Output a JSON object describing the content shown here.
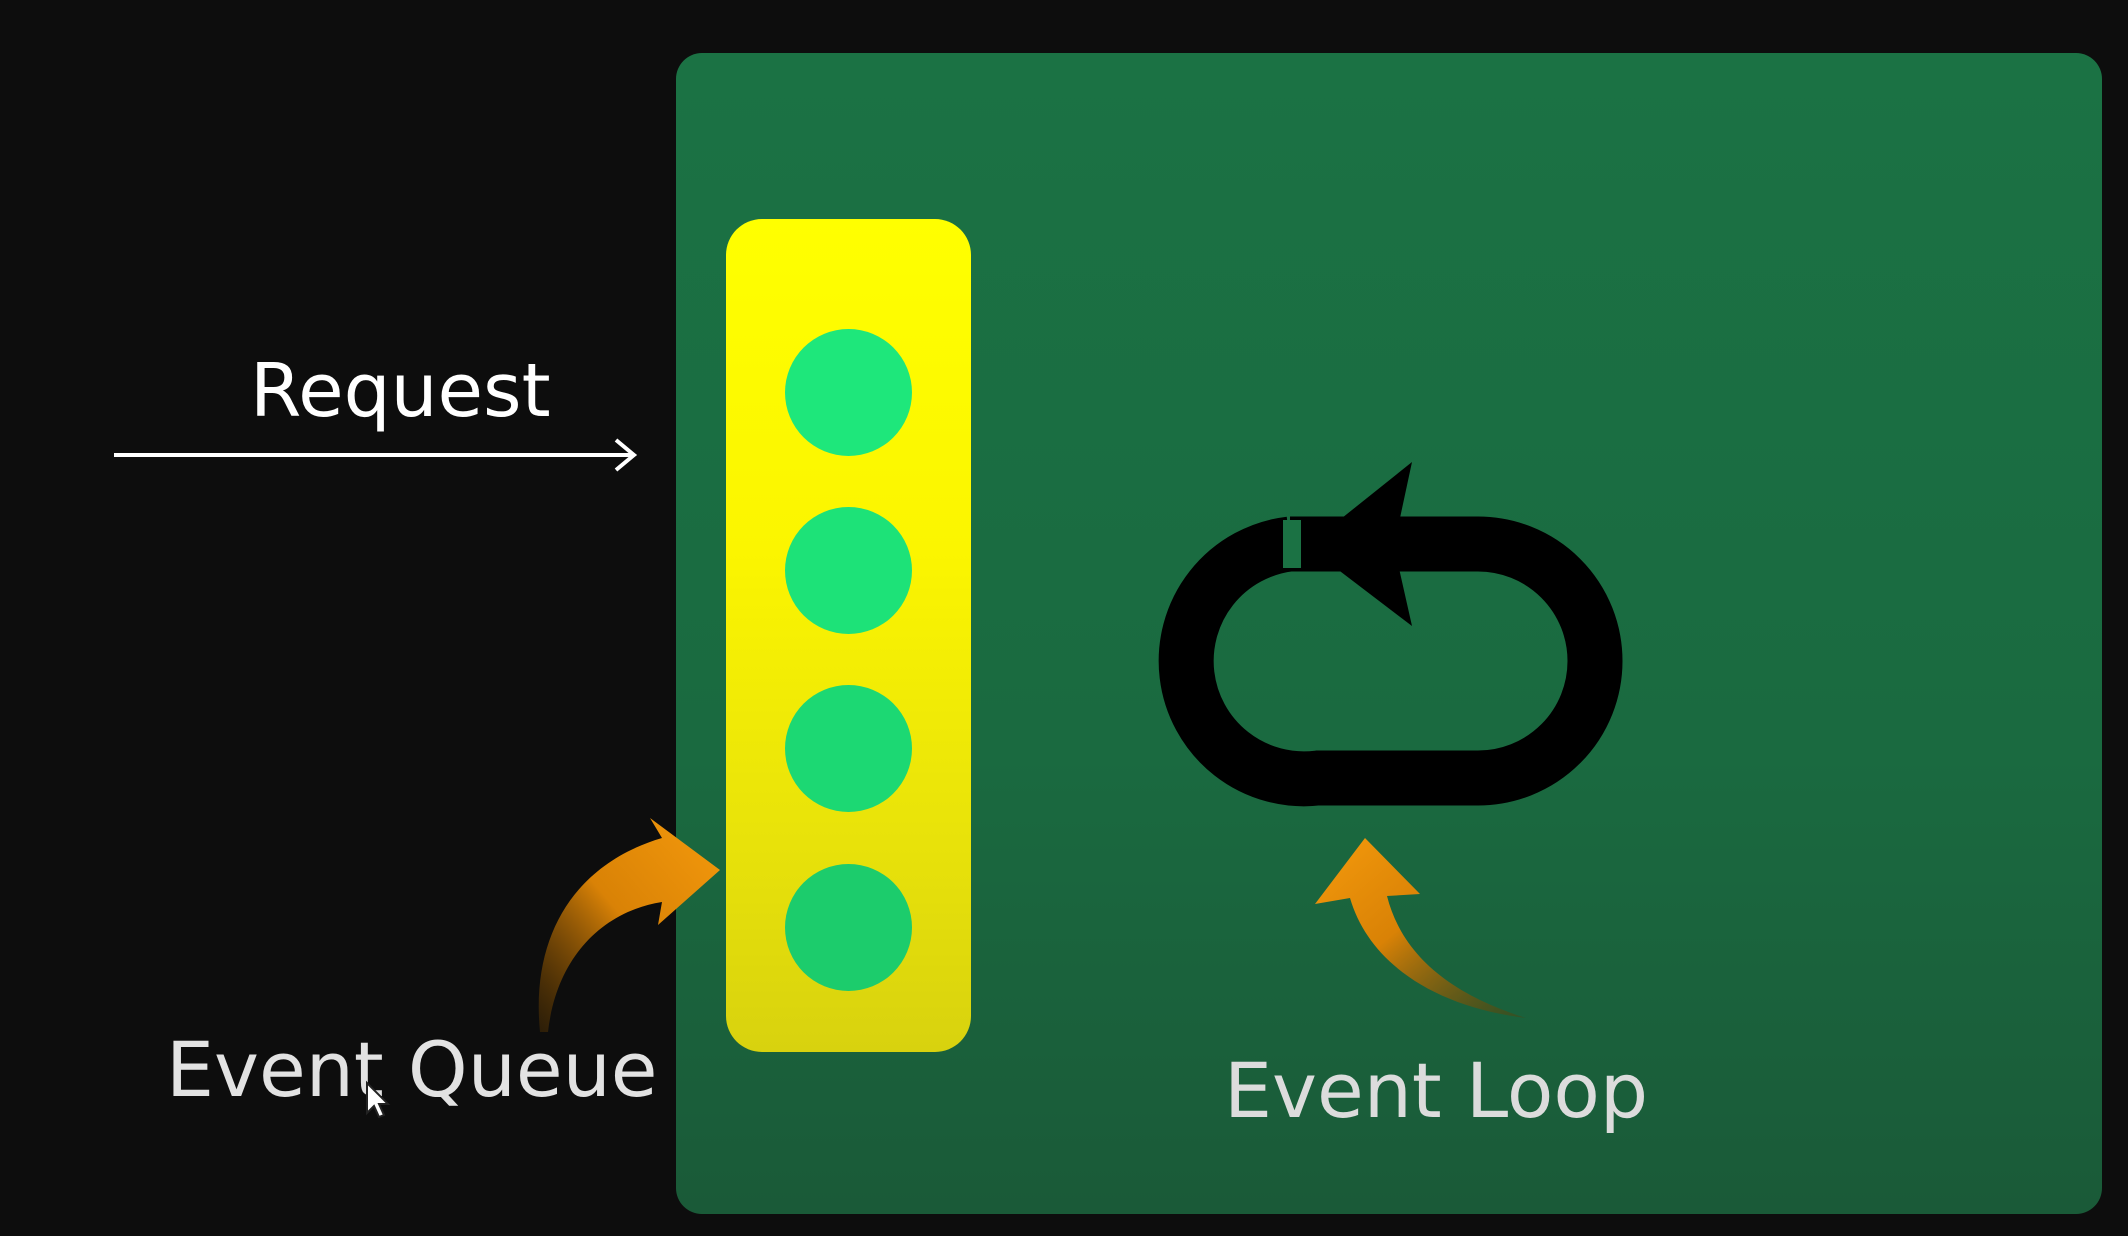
{
  "labels": {
    "request": "Request",
    "event_queue": "Event Queue",
    "event_loop": "Event Loop"
  },
  "queue": {
    "item_count": 4
  },
  "colors": {
    "background": "#0d0d0d",
    "panel": "#1b7244",
    "queue": "#ffff00",
    "queue_item": "#1de57a",
    "pointer_arrow": "#f0900a",
    "loop_icon": "#000000",
    "request_arrow": "#ffffff"
  },
  "icons": {
    "loop": "loop-arrow-icon",
    "pointer": "curved-arrow-icon",
    "cursor": "mouse-cursor-icon"
  }
}
